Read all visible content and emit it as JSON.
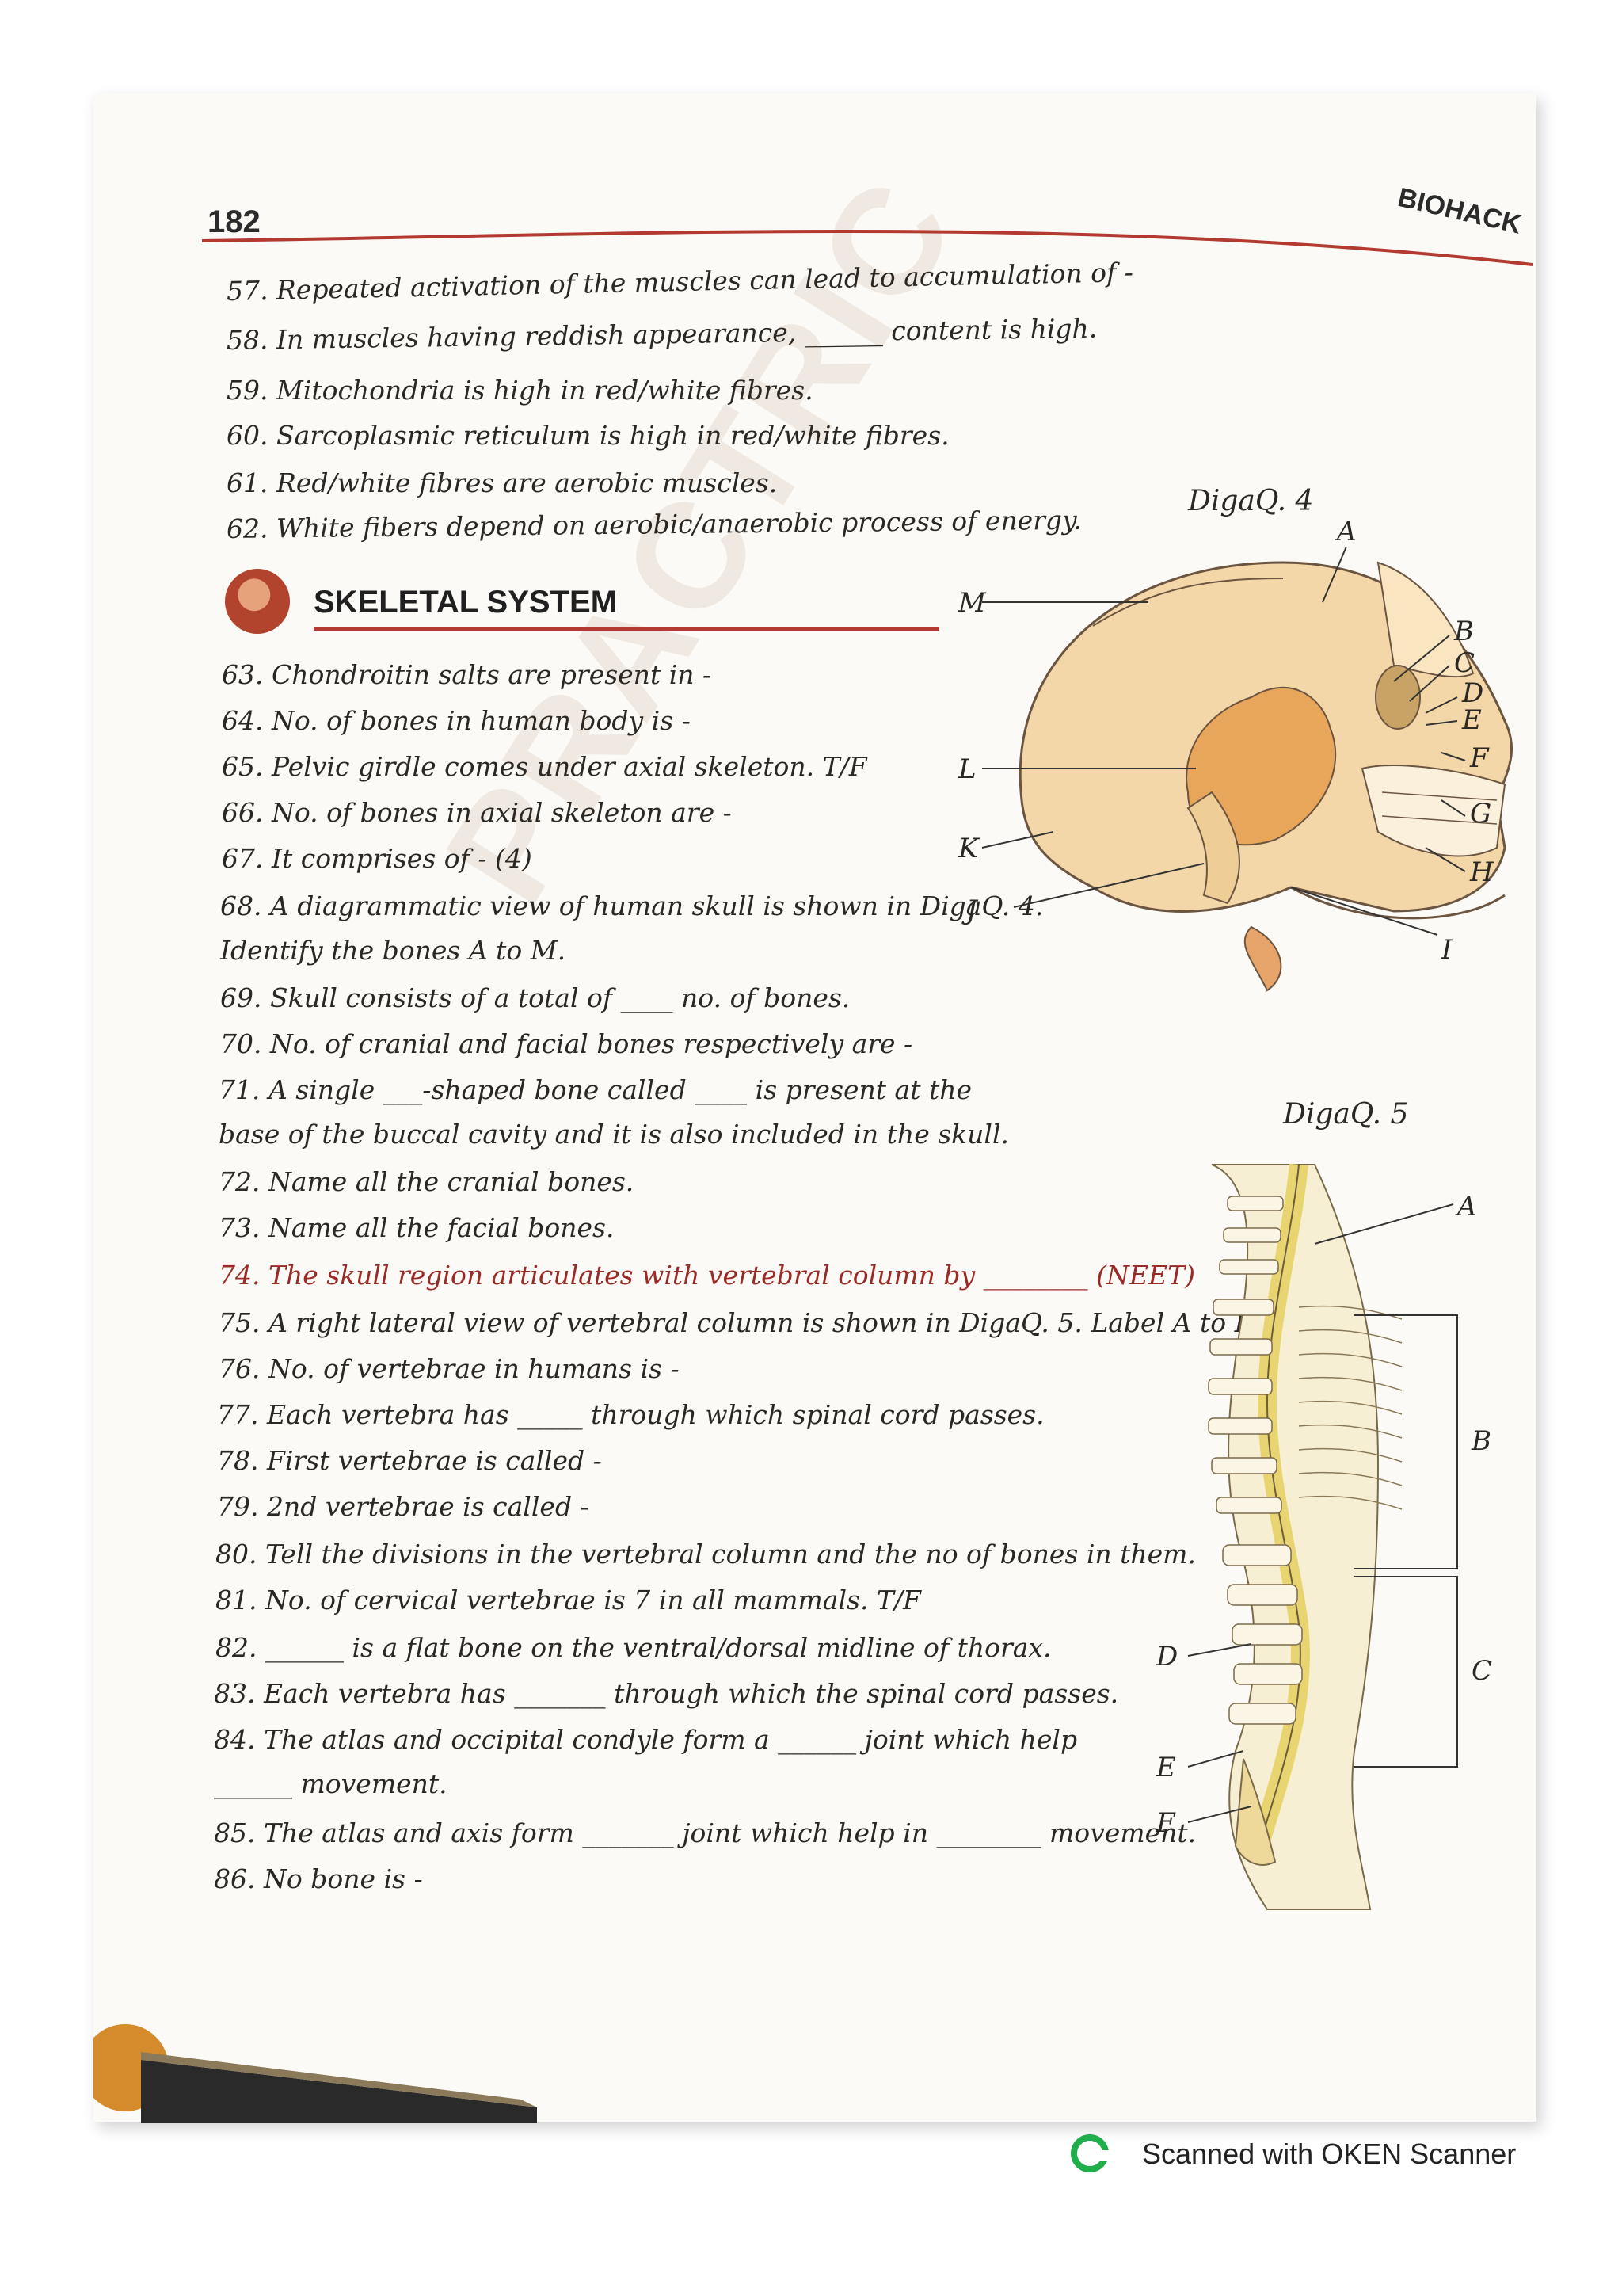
{
  "header": {
    "page_number": "182",
    "book_title": "BIOHACK"
  },
  "questions_top": [
    "57. Repeated activation of the muscles can lead to accumulation of -",
    "58. In muscles having reddish appearance, ______ content is high.",
    "59. Mitochondria is high in red/white fibres.",
    "60. Sarcoplasmic reticulum is high in red/white fibres.",
    "61. Red/white fibres are aerobic muscles.",
    "62. White fibers depend on aerobic/anaerobic process of energy."
  ],
  "section": {
    "title": "SKELETAL SYSTEM"
  },
  "questions_section": [
    "63. Chondroitin salts are present in -",
    "64. No. of bones in human body is -",
    "65. Pelvic girdle comes under axial skeleton. T/F",
    "66. No. of bones in axial skeleton are -",
    "67. It comprises of - (4)",
    "68. A diagrammatic view of human skull is shown in DigaQ. 4.",
    "Identify the bones A to M.",
    "69. Skull consists of a total of ____ no. of bones.",
    "70. No. of cranial and facial bones respectively are -",
    "71. A single ___-shaped bone called ____ is present at the",
    "base of the buccal cavity and it is also included in the skull.",
    "72. Name all the cranial bones.",
    "73. Name all the facial bones.",
    "74. The skull region articulates with vertebral column by ________ (NEET)",
    "75. A right lateral view of vertebral column is shown in DigaQ. 5. Label A to F.",
    "76. No. of vertebrae in humans is -",
    "77. Each vertebra has _____ through which spinal cord passes.",
    "78. First vertebrae is called -",
    "79. 2nd vertebrae is called -",
    "80. Tell the divisions in the vertebral column and the no of bones in them.",
    "81. No. of cervical vertebrae is 7 in all mammals. T/F",
    "82. ______ is a flat bone on the ventral/dorsal midline of thorax.",
    "83. Each vertebra has _______ through which the spinal cord passes.",
    "84. The atlas and occipital condyle form a ______ joint which help",
    "______ movement.",
    "85. The atlas and axis form _______ joint which help in ________ movement.",
    "86. No bone is -"
  ],
  "figure_skull": {
    "caption": "DigaQ. 4",
    "labels": [
      "A",
      "B",
      "C",
      "D",
      "E",
      "F",
      "G",
      "H",
      "I",
      "J",
      "K",
      "L",
      "M"
    ]
  },
  "figure_spine": {
    "caption": "DigaQ. 5",
    "labels": [
      "A",
      "B",
      "C",
      "D",
      "E",
      "F"
    ]
  },
  "watermark": "PRACTRIC",
  "footer": {
    "scanner_text": "Scanned with OKEN Scanner"
  },
  "colors": {
    "accent_red": "#b23a30",
    "bone_fill": "#f3d7a8",
    "cranial_highlight": "#e8a65a",
    "spine_yellow": "#f0e08a",
    "scanner_green": "#1fae4a"
  }
}
